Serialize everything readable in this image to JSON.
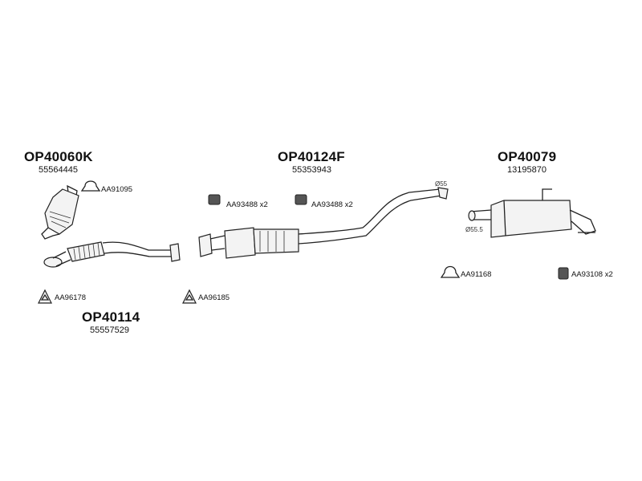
{
  "assemblies": [
    {
      "code": "OP40060K",
      "number": "55564445"
    },
    {
      "code": "OP40124F",
      "number": "55353943"
    },
    {
      "code": "OP40079",
      "number": "13195870"
    },
    {
      "code": "OP40114",
      "number": "55557529"
    }
  ],
  "accessories": [
    {
      "part": "AA91095",
      "icon": "clamp-icon"
    },
    {
      "part": "AA93488 x2",
      "icon": "rubber-hanger-icon"
    },
    {
      "part": "AA93488 x2",
      "icon": "rubber-hanger-icon"
    },
    {
      "part": "AA96178",
      "icon": "gasket-icon"
    },
    {
      "part": "AA96185",
      "icon": "gasket-icon"
    },
    {
      "part": "AA91168",
      "icon": "clamp-icon"
    },
    {
      "part": "AA93108 x2",
      "icon": "rubber-hanger-icon"
    }
  ],
  "dimensions": [
    {
      "label": "Ø55"
    },
    {
      "label": "Ø55.5"
    }
  ]
}
